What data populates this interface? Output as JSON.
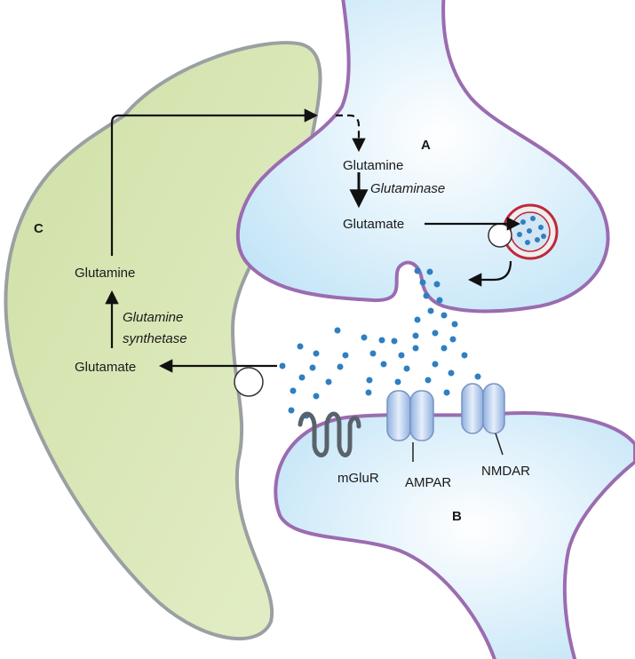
{
  "regions": {
    "presynaptic": {
      "label": "A"
    },
    "postsynaptic": {
      "label": "B"
    },
    "astrocyte": {
      "label": "C"
    }
  },
  "presynaptic_pathway": {
    "substrate": "Glutamine",
    "enzyme": "Glutaminase",
    "product": "Glutamate"
  },
  "astrocyte_pathway": {
    "substrate": "Glutamate",
    "enzyme_line1": "Glutamine",
    "enzyme_line2": "synthetase",
    "product": "Glutamine"
  },
  "receptors": {
    "metabotropic": "mGluR",
    "ampa": "AMPAR",
    "nmda": "NMDAR"
  },
  "colors": {
    "neuron_fill": "#cfeaf8",
    "neuron_outline": "#9b6cb0",
    "astrocyte_fill": "#d8e6b4",
    "astrocyte_outline": "#9aa0a2",
    "glutamate_dot": "#2f7fc1",
    "vesicle_ring": "#c0283a",
    "receptor": "#b9ccec",
    "mglur": "#59626a"
  }
}
